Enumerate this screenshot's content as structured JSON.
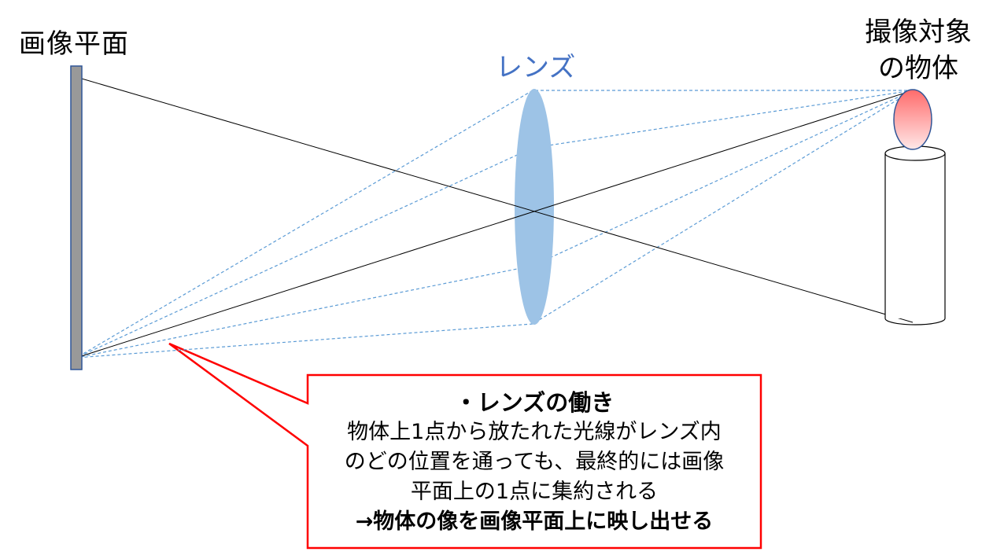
{
  "labels": {
    "image_plane": "画像平面",
    "lens": "レンズ",
    "object_line1": "撮像対象",
    "object_line2": "の物体"
  },
  "note": {
    "title": "・レンズの働き",
    "lines": [
      "物体上1点から放たれた光線がレンズ内",
      "のどの位置を通っても、最終的には画像",
      "平面上の1点に集約される"
    ],
    "conclusion": "→物体の像を画像平面上に映し出せる"
  },
  "colors": {
    "lens_fill": "#9dc3e6",
    "dashed_ray": "#5b9bd5",
    "lens_label": "#4472c4",
    "callout_border": "#ff0000",
    "image_plane_fill": "#999999",
    "image_plane_border": "#2f5597",
    "flame_top": "#ff6b6b",
    "flame_bottom": "#ffe0e0",
    "candle_outline": "#000000"
  }
}
